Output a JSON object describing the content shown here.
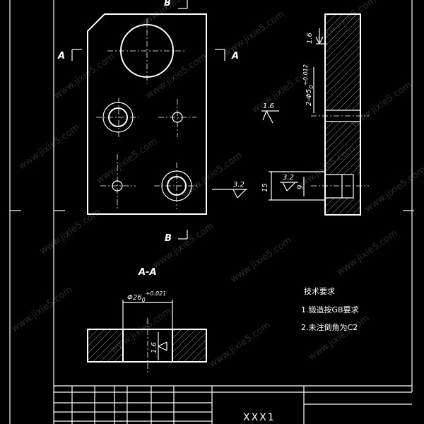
{
  "section_markers": {
    "b_top": "B",
    "b_bottom": "B",
    "a_left": "A",
    "a_right": "A"
  },
  "section_title": "A-A",
  "dimensions": {
    "hole_dia": "Φ26",
    "hole_tol_upper": "+0.021",
    "hole_tol_lower": "0",
    "pin_dia": "2-Φ5",
    "pin_tol_upper": "+0.012",
    "pin_tol_lower": "0",
    "height_15": "15",
    "depth_9": "9"
  },
  "roughness": {
    "r1": "1.6",
    "r2": "1.6",
    "r3": "3.2",
    "r4": "3.2",
    "r5": "1.6"
  },
  "technical_requirements": {
    "title": "技术要求",
    "item1": "1.锻造按GB要求",
    "item2": "2.未注倒角为C2"
  },
  "title_block": {
    "name": "XXX1"
  },
  "watermark": "www.jixie5.com"
}
